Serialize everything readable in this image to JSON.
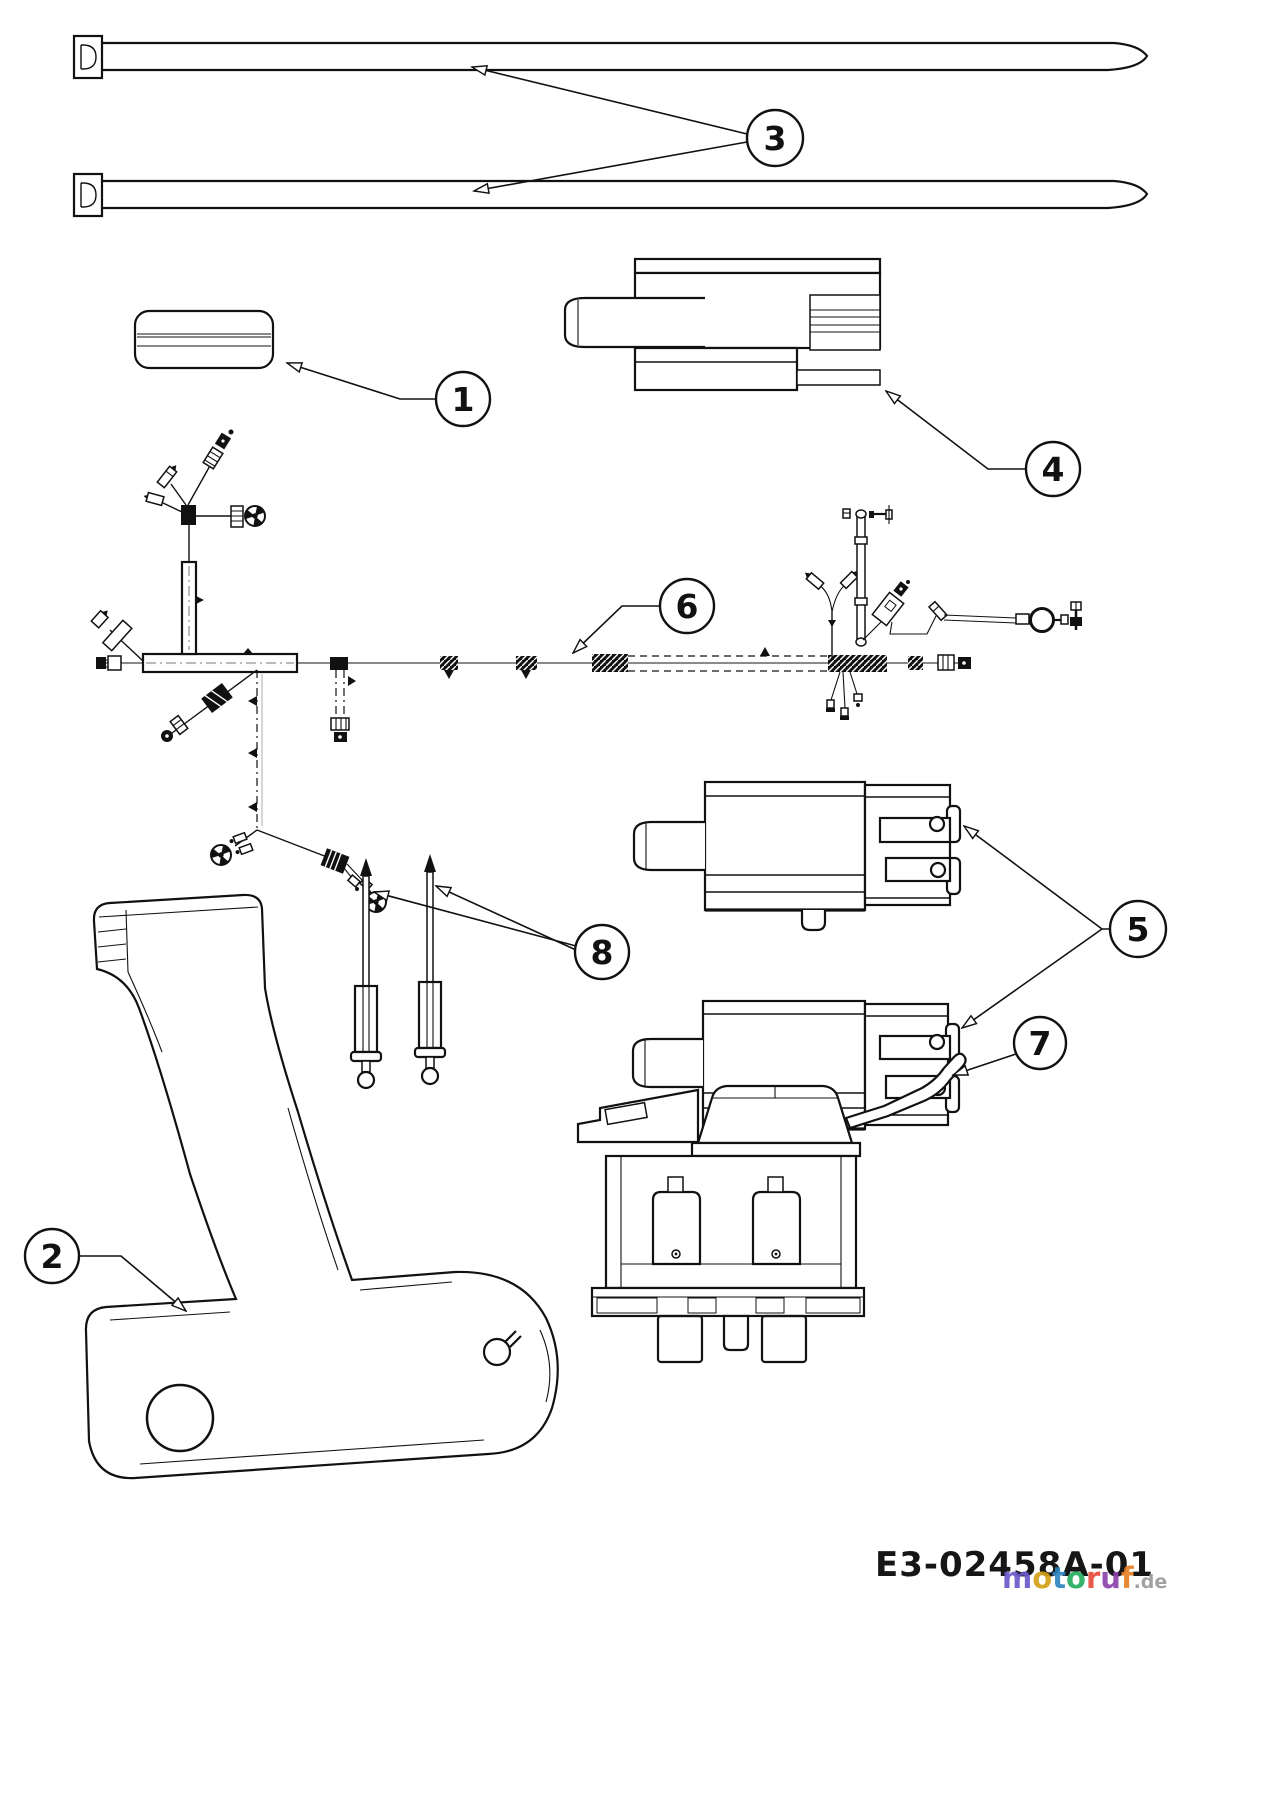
{
  "page": {
    "background": "#ffffff",
    "line_color": "#111111",
    "harness_wire_color": "#8a8a8a"
  },
  "callouts": [
    "1",
    "2",
    "3",
    "4",
    "5",
    "6",
    "7",
    "8"
  ],
  "footer": {
    "part_code": "E3-02458A-01",
    "part_code_color": "#161616"
  },
  "watermark": {
    "letters": [
      {
        "char": "m",
        "color": "#6a5acd"
      },
      {
        "char": "o",
        "color": "#d4a017"
      },
      {
        "char": "t",
        "color": "#2e86c1"
      },
      {
        "char": "o",
        "color": "#27ae60"
      },
      {
        "char": "r",
        "color": "#e74c3c"
      },
      {
        "char": "u",
        "color": "#8e44ad"
      },
      {
        "char": "f",
        "color": "#e67e22"
      }
    ],
    "suffix": ".de",
    "suffix_color": "#9a9a9a"
  }
}
